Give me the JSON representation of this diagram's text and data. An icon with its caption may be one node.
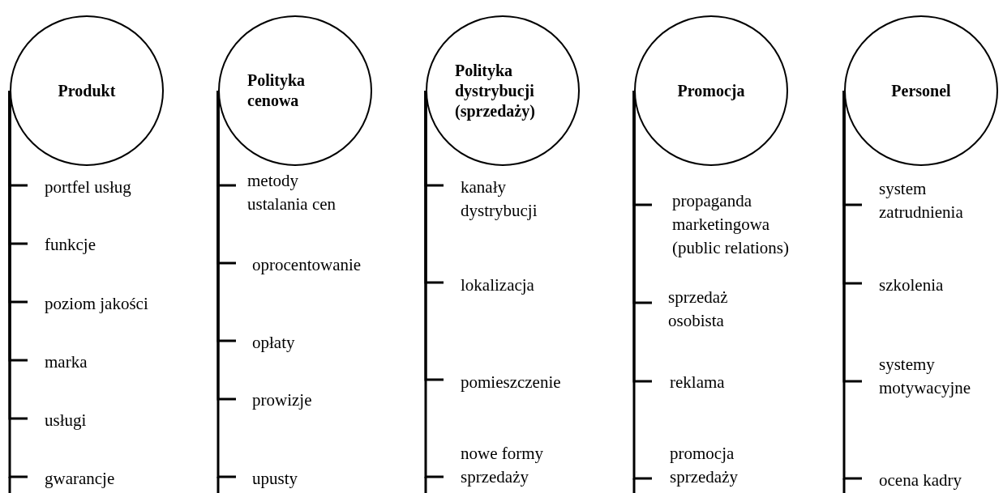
{
  "diagram": {
    "nodes": [
      {
        "text": [
          "Produkt"
        ]
      },
      {
        "text": [
          "portfel usług"
        ]
      },
      {
        "text": [
          "funkcje"
        ]
      },
      {
        "text": [
          "poziom jakości"
        ]
      },
      {
        "text": [
          "marka"
        ]
      },
      {
        "text": [
          "usługi"
        ]
      },
      {
        "text": [
          "gwarancje"
        ]
      },
      {
        "text": [
          "Polityka cenowa"
        ]
      },
      {
        "text": [
          "metody ustalania cen"
        ]
      },
      {
        "text": [
          "oprocentowanie"
        ]
      },
      {
        "text": [
          "opłaty"
        ]
      },
      {
        "text": [
          "prowizje"
        ]
      },
      {
        "text": [
          "upusty"
        ]
      },
      {
        "text": [
          "Polityka dystrybucji (sprzedaży)"
        ]
      },
      {
        "text": [
          "kanały dystrybucji"
        ]
      },
      {
        "text": [
          "lokalizacja"
        ]
      },
      {
        "text": [
          "pomieszczenie"
        ]
      },
      {
        "text": [
          "nowe formy sprzedaży"
        ]
      },
      {
        "text": [
          "Promocja"
        ]
      },
      {
        "text": [
          "propaganda marketingowa (public relations)"
        ]
      },
      {
        "text": [
          "sprzedaż osobista"
        ]
      },
      {
        "text": [
          "reklama"
        ]
      },
      {
        "text": [
          "promocja sprzedaży"
        ]
      },
      {
        "text": [
          "Personel"
        ]
      },
      {
        "text": [
          "system zatrudnienia"
        ]
      },
      {
        "text": [
          "szkolenia"
        ]
      },
      {
        "text": [
          "systemy motywacyjne"
        ]
      },
      {
        "text": [
          "ocena kadry"
        ]
      }
    ],
    "edges": [
      {
        "from": 0,
        "to": 1,
        "arrow": "none"
      },
      {
        "from": 0,
        "to": 2,
        "arrow": "none"
      },
      {
        "from": 0,
        "to": 3,
        "arrow": "none"
      },
      {
        "from": 0,
        "to": 4,
        "arrow": "none"
      },
      {
        "from": 0,
        "to": 5,
        "arrow": "none"
      },
      {
        "from": 0,
        "to": 6,
        "arrow": "none"
      },
      {
        "from": 7,
        "to": 8,
        "arrow": "none"
      },
      {
        "from": 7,
        "to": 9,
        "arrow": "none"
      },
      {
        "from": 7,
        "to": 10,
        "arrow": "none"
      },
      {
        "from": 7,
        "to": 11,
        "arrow": "none"
      },
      {
        "from": 7,
        "to": 12,
        "arrow": "none"
      },
      {
        "from": 13,
        "to": 14,
        "arrow": "none"
      },
      {
        "from": 13,
        "to": 15,
        "arrow": "none"
      },
      {
        "from": 13,
        "to": 16,
        "arrow": "none"
      },
      {
        "from": 13,
        "to": 17,
        "arrow": "none"
      },
      {
        "from": 18,
        "to": 19,
        "arrow": "none"
      },
      {
        "from": 18,
        "to": 20,
        "arrow": "none"
      },
      {
        "from": 18,
        "to": 21,
        "arrow": "none"
      },
      {
        "from": 18,
        "to": 22,
        "arrow": "none"
      },
      {
        "from": 23,
        "to": 24,
        "arrow": "none"
      },
      {
        "from": 23,
        "to": 25,
        "arrow": "none"
      },
      {
        "from": 23,
        "to": 26,
        "arrow": "none"
      },
      {
        "from": 23,
        "to": 27,
        "arrow": "none"
      }
    ]
  }
}
